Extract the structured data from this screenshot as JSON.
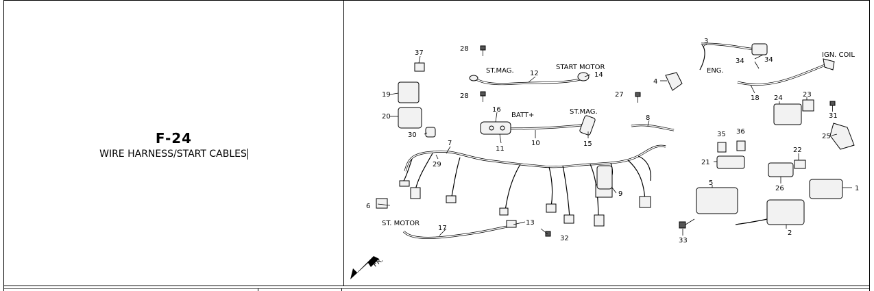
{
  "figure": {
    "code": "F-24",
    "name": "WIRE HARNESS/START CABLES"
  },
  "diagram": {
    "part_numbers": [
      "1",
      "2",
      "3",
      "4",
      "5",
      "6",
      "7",
      "8",
      "9",
      "10",
      "11",
      "12",
      "13",
      "14",
      "15",
      "16",
      "17",
      "18",
      "19",
      "20",
      "21",
      "22",
      "23",
      "24",
      "25",
      "26",
      "27",
      "28",
      "28",
      "29",
      "30",
      "31",
      "32",
      "33",
      "34",
      "34",
      "35",
      "36",
      "37"
    ],
    "annotations": {
      "st_mag_top": "ST.MAG.",
      "start_motor": "START MOTOR",
      "batt_plus": "BATT+",
      "st_mag_right": "ST.MAG.",
      "ign_coil": "IGN. COIL",
      "eng": "ENG.",
      "st_motor": "ST. MOTOR",
      "front": "FR."
    }
  }
}
